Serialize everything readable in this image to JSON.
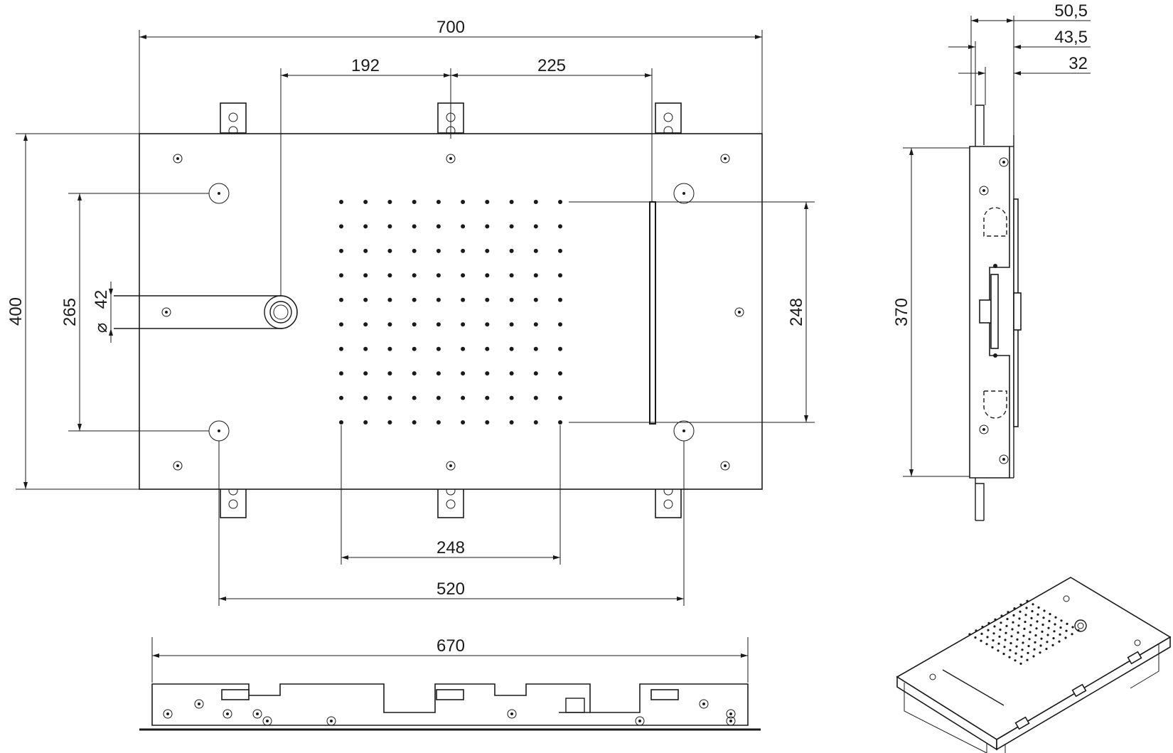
{
  "drawing": {
    "front_view": {
      "width_700": "700",
      "spacing_192": "192",
      "spacing_225": "225",
      "height_400": "400",
      "spacing_265": "265",
      "diameter_symbol": "⌀",
      "diameter_42": "42",
      "nozzle_field_width_248": "248",
      "nozzle_field_height_248": "248",
      "mount_spacing_520": "520",
      "nozzle_grid": {
        "rows": 10,
        "cols": 10
      }
    },
    "side_view": {
      "depth_50_5": "50,5",
      "depth_43_5": "43,5",
      "depth_32": "32",
      "height_370": "370"
    },
    "bottom_view": {
      "length_670": "670"
    }
  },
  "colors": {
    "line": "#1a1a1a",
    "background": "#ffffff"
  }
}
